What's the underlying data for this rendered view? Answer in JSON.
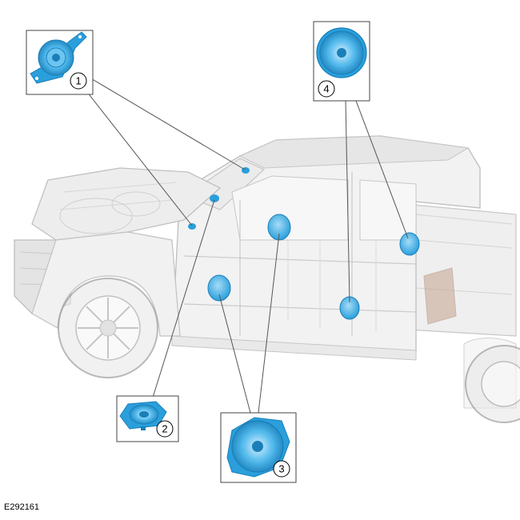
{
  "figure": {
    "id_label": "E292161"
  },
  "callouts": [
    {
      "label": "1"
    },
    {
      "label": "2"
    },
    {
      "label": "3"
    },
    {
      "label": "4"
    }
  ],
  "colors": {
    "speaker_blue": "#29a7e6",
    "speaker_dark": "#1a7fb8",
    "speaker_light": "#8fd4f5",
    "vehicle_gray": "#b8b8b8",
    "leader_line": "#555555"
  }
}
